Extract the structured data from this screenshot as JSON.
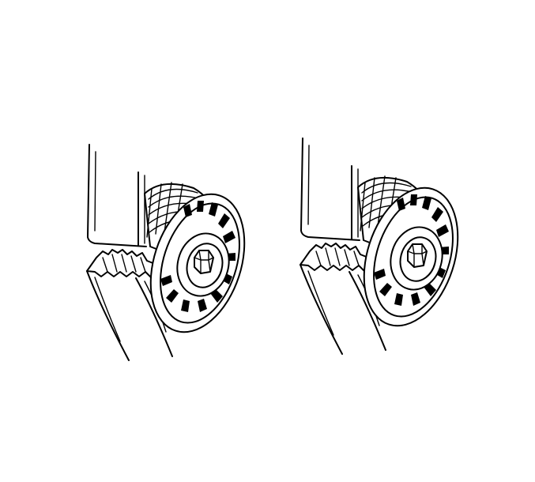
{
  "figure": {
    "background": "#ffffff",
    "ink_color": "#000000",
    "panels": [
      {
        "id": "left",
        "subject": "idler-pulley-with-belt"
      },
      {
        "id": "right",
        "subject": "idler-pulley-with-belt"
      }
    ]
  }
}
